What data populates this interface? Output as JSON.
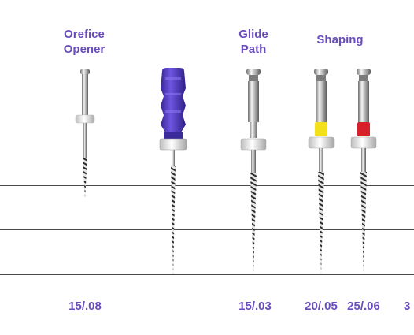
{
  "headers": {
    "orifice_line1": "Orefice",
    "orifice_line2": "Opener",
    "glide_line1": "Glide",
    "glide_line2": "Path",
    "shaping": "Shaping"
  },
  "sizes": [
    "15/.08",
    "15/.03",
    "20/.05",
    "25/.06",
    "3"
  ],
  "colors": {
    "label": "#6a4dbd",
    "hand_handle": "#5a3fc7",
    "shaping_ring_1": "#f2e01a",
    "shaping_ring_2": "#d6202a",
    "white_ring": "#efefef",
    "lines": "#4a4a4a"
  },
  "instruments": [
    {
      "name": "orifice-opener-file",
      "ring": "white_ring"
    },
    {
      "name": "hand-k-file",
      "ring": "white_ring"
    },
    {
      "name": "glide-path-file",
      "ring": "white_ring"
    },
    {
      "name": "shaping-file-20-05",
      "ring": "shaping_ring_1"
    },
    {
      "name": "shaping-file-25-06",
      "ring": "shaping_ring_2"
    }
  ]
}
